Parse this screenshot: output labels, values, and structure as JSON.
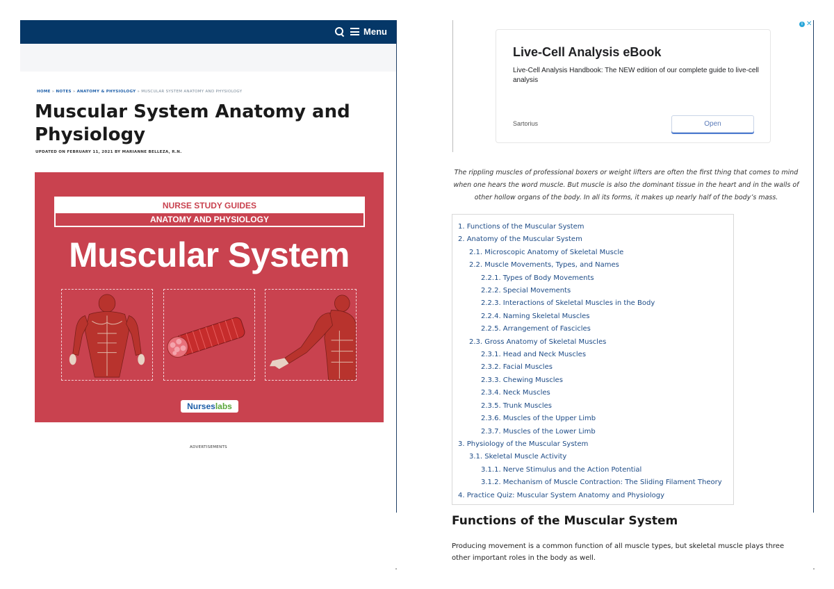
{
  "header": {
    "menu_label": "Menu"
  },
  "breadcrumb": {
    "home": "HOME",
    "sep": "»",
    "notes": "NOTES",
    "category": "ANATOMY & PHYSIOLOGY",
    "current": "MUSCULAR SYSTEM ANATOMY AND PHYSIOLOGY"
  },
  "article": {
    "title": "Muscular System Anatomy and Physiology",
    "byline": "UPDATED ON FEBRUARY 11, 2021 BY MARIANNE BELLEZA, R.N."
  },
  "hero": {
    "banner_top": "NURSE STUDY GUIDES",
    "banner_bottom": "ANATOMY AND PHYSIOLOGY",
    "title": "Muscular System",
    "logo_part1": "Nurses",
    "logo_part2": "labs",
    "colors": {
      "background": "#c9424f",
      "muscle": "#b8332d"
    }
  },
  "advertisement_label": "ADVERTISEMENTS",
  "ad": {
    "title": "Live-Cell Analysis eBook",
    "description": "Live-Cell Analysis Handbook: The NEW edition of our complete guide to live-cell analysis",
    "advertiser": "Sartorius",
    "cta": "Open"
  },
  "intro": "The rippling muscles of professional boxers or weight lifters are often the first thing that comes to mind when one hears the word muscle. But muscle is also the dominant tissue in the heart and in the walls of other hollow organs of the body. In all its forms, it makes up nearly half of the body’s mass.",
  "toc": [
    {
      "label": "1. Functions of the Muscular System",
      "level": 1
    },
    {
      "label": "2. Anatomy of the Muscular System",
      "level": 1
    },
    {
      "label": "2.1. Microscopic Anatomy of Skeletal Muscle",
      "level": 2
    },
    {
      "label": "2.2. Muscle Movements, Types, and Names",
      "level": 2
    },
    {
      "label": "2.2.1. Types of Body Movements",
      "level": 3
    },
    {
      "label": "2.2.2. Special Movements",
      "level": 3
    },
    {
      "label": "2.2.3. Interactions of Skeletal Muscles in the Body",
      "level": 3
    },
    {
      "label": "2.2.4. Naming Skeletal Muscles",
      "level": 3
    },
    {
      "label": "2.2.5. Arrangement of Fascicles",
      "level": 3
    },
    {
      "label": "2.3. Gross Anatomy of Skeletal Muscles",
      "level": 2
    },
    {
      "label": "2.3.1. Head and Neck Muscles",
      "level": 3
    },
    {
      "label": "2.3.2. Facial Muscles",
      "level": 3
    },
    {
      "label": "2.3.3. Chewing Muscles",
      "level": 3
    },
    {
      "label": "2.3.4. Neck Muscles",
      "level": 3
    },
    {
      "label": "2.3.5. Trunk Muscles",
      "level": 3
    },
    {
      "label": "2.3.6. Muscles of the Upper Limb",
      "level": 3
    },
    {
      "label": "2.3.7. Muscles of the Lower Limb",
      "level": 3
    },
    {
      "label": "3. Physiology of the Muscular System",
      "level": 1
    },
    {
      "label": "3.1. Skeletal Muscle Activity",
      "level": 2
    },
    {
      "label": "3.1.1. Nerve Stimulus and the Action Potential",
      "level": 3
    },
    {
      "label": "3.1.2. Mechanism of Muscle Contraction: The Sliding Filament Theory",
      "level": 3
    },
    {
      "label": "4. Practice Quiz: Muscular System Anatomy and Physiology",
      "level": 1
    }
  ],
  "section": {
    "heading": "Functions of the Muscular System",
    "text": "Producing movement is a common function of all muscle types, but skeletal muscle plays three other important roles in the body as well."
  },
  "colors": {
    "nav": "#053767",
    "link": "#1d4b86",
    "ad_info": "#29a6d9"
  }
}
